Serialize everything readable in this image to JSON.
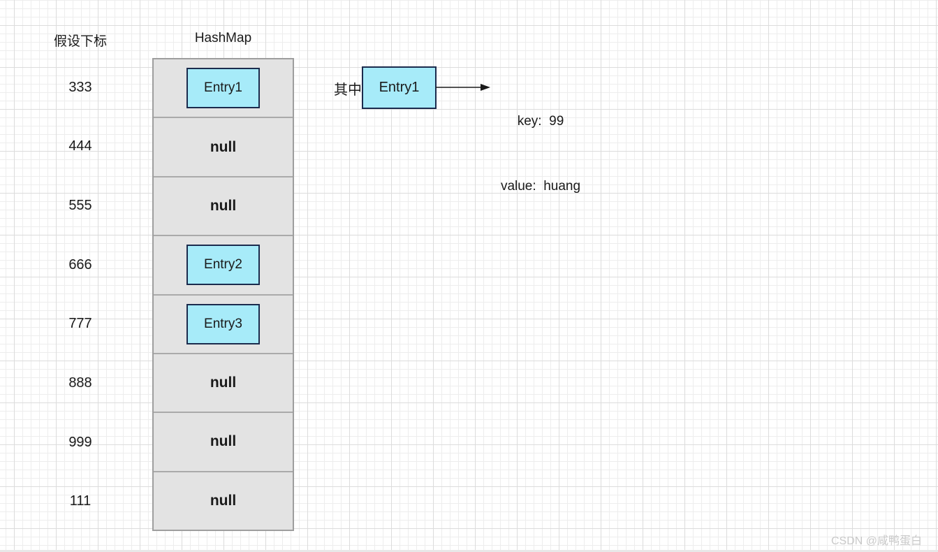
{
  "headers": {
    "index_label": "假设下标",
    "map_label": "HashMap"
  },
  "rows": [
    {
      "index": "333",
      "type": "entry",
      "value": "Entry1"
    },
    {
      "index": "444",
      "type": "null",
      "value": "null"
    },
    {
      "index": "555",
      "type": "null",
      "value": "null"
    },
    {
      "index": "666",
      "type": "entry",
      "value": "Entry2"
    },
    {
      "index": "777",
      "type": "entry",
      "value": "Entry3"
    },
    {
      "index": "888",
      "type": "null",
      "value": "null"
    },
    {
      "index": "999",
      "type": "null",
      "value": "null"
    },
    {
      "index": "111",
      "type": "null",
      "value": "null"
    }
  ],
  "annotation": {
    "prefix": "其中",
    "entry_label": "Entry1",
    "key_line": "key:  99",
    "value_line": "value:  huang"
  },
  "watermark": "CSDN @咸鸭蛋白",
  "colors": {
    "entry_fill": "#a7ebf9",
    "entry_border": "#1b2b4d",
    "cell_fill": "#e3e3e3",
    "cell_border": "#9e9e9e",
    "text": "#1a1a1a",
    "watermark": "#c9c9c9"
  }
}
